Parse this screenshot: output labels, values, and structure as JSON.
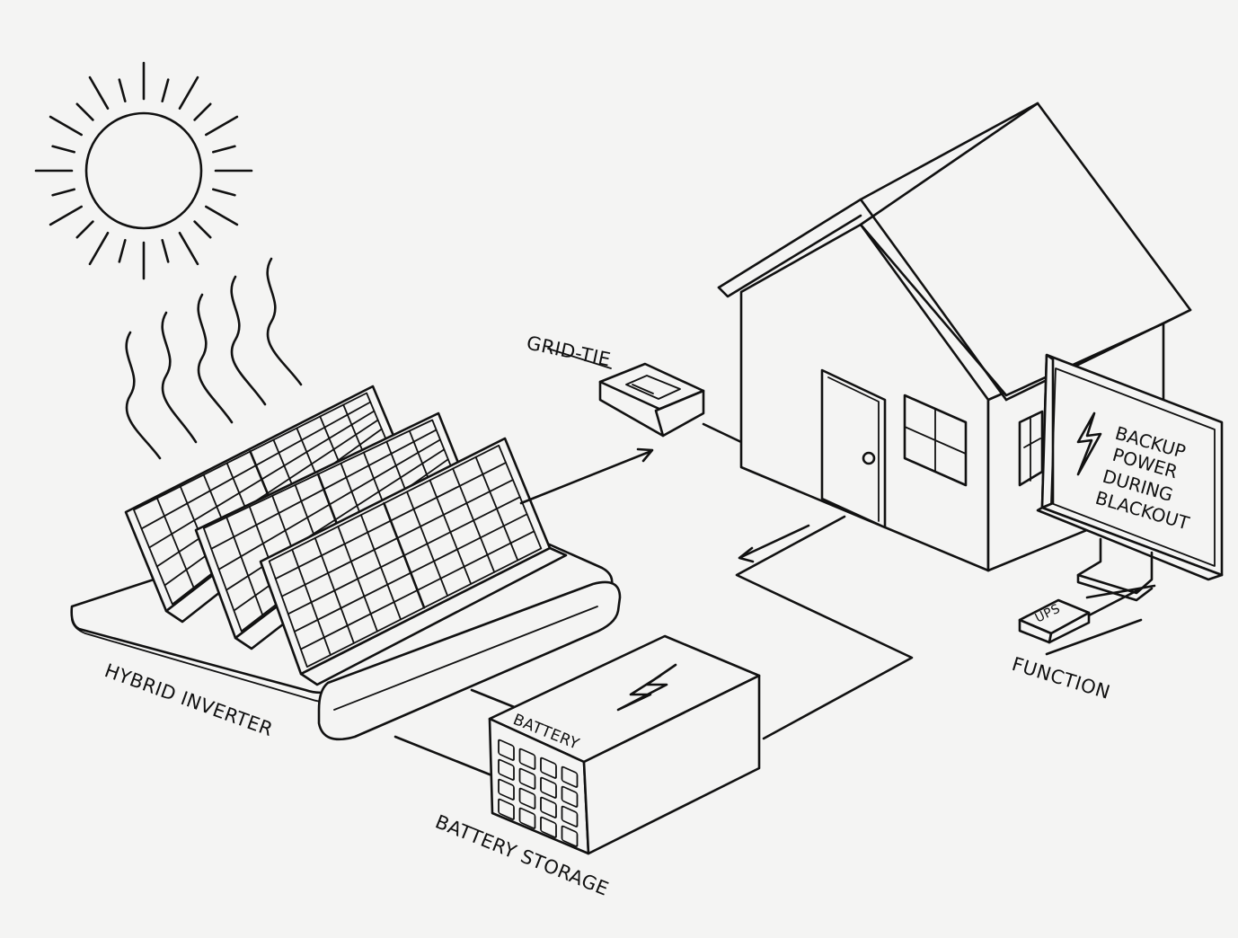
{
  "labels": {
    "grid_tie": "GRID-TIE",
    "hybrid_inverter": "HYBRID INVERTER",
    "battery": "BATTERY",
    "battery_storage": "BATTERY STORAGE",
    "ups": "UPS",
    "function": "FUNCTION",
    "monitor_lines": [
      "BACKUP",
      "POWER",
      "DURING",
      "BLACKOUT"
    ]
  },
  "icons": [
    "sun-icon",
    "heat-waves-icon",
    "solar-panel-icon",
    "grid-tie-box-icon",
    "house-icon",
    "lightning-bolt-icon",
    "battery-icon",
    "monitor-icon",
    "ups-icon"
  ],
  "colors": {
    "line": "#111111",
    "background": "#f4f4f3"
  }
}
